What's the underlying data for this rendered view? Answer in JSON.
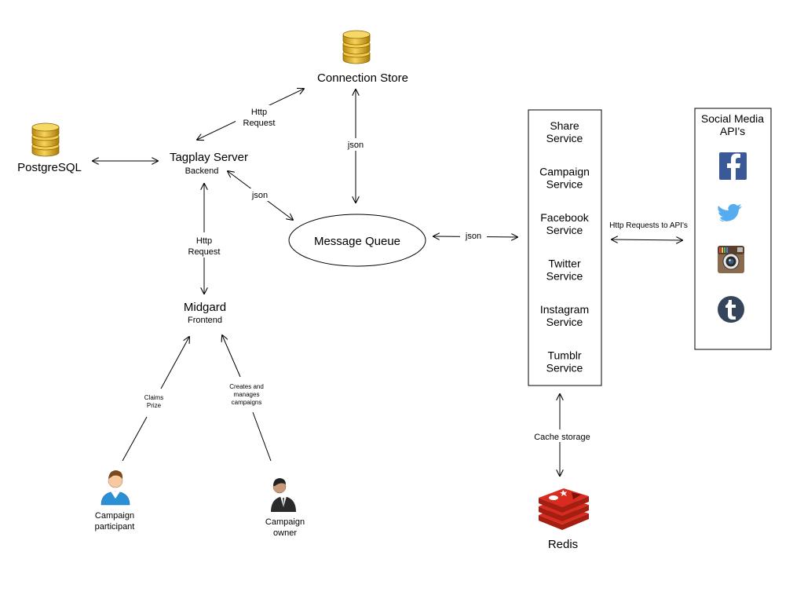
{
  "nodes": {
    "connection_store": "Connection Store",
    "postgresql": "PostgreSQL",
    "tagplay_server": "Tagplay Server",
    "tagplay_backend": "Backend",
    "message_queue": "Message Queue",
    "midgard": "Midgard",
    "midgard_frontend": "Frontend",
    "redis": "Redis",
    "participant": [
      "Campaign",
      "participant"
    ],
    "owner": [
      "Campaign",
      "owner"
    ]
  },
  "edges": {
    "http_request_top": [
      "Http",
      "Request"
    ],
    "http_request_mid": [
      "Http",
      "Request"
    ],
    "json_store": "json",
    "json_queue": "json",
    "json_services": "json",
    "http_to_apis": "Http Requests to API's",
    "cache_storage": "Cache storage",
    "claims_prize": [
      "Claims",
      "Prize"
    ],
    "creates_campaigns": [
      "Creates and",
      "manages",
      "campaigns"
    ]
  },
  "services": [
    [
      "Share",
      "Service"
    ],
    [
      "Campaign",
      "Service"
    ],
    [
      "Facebook",
      "Service"
    ],
    [
      "Twitter",
      "Service"
    ],
    [
      "Instagram",
      "Service"
    ],
    [
      "Tumblr",
      "Service"
    ]
  ],
  "social": {
    "title": [
      "Social Media",
      "API's"
    ],
    "icons": [
      "facebook-icon",
      "twitter-icon",
      "instagram-icon",
      "tumblr-icon"
    ]
  },
  "colors": {
    "database": "#e8b624",
    "facebook": "#3b5998",
    "twitter": "#55acee",
    "instagram": "#8a6a4f",
    "tumblr": "#35465c",
    "redis": "#d82c20"
  }
}
